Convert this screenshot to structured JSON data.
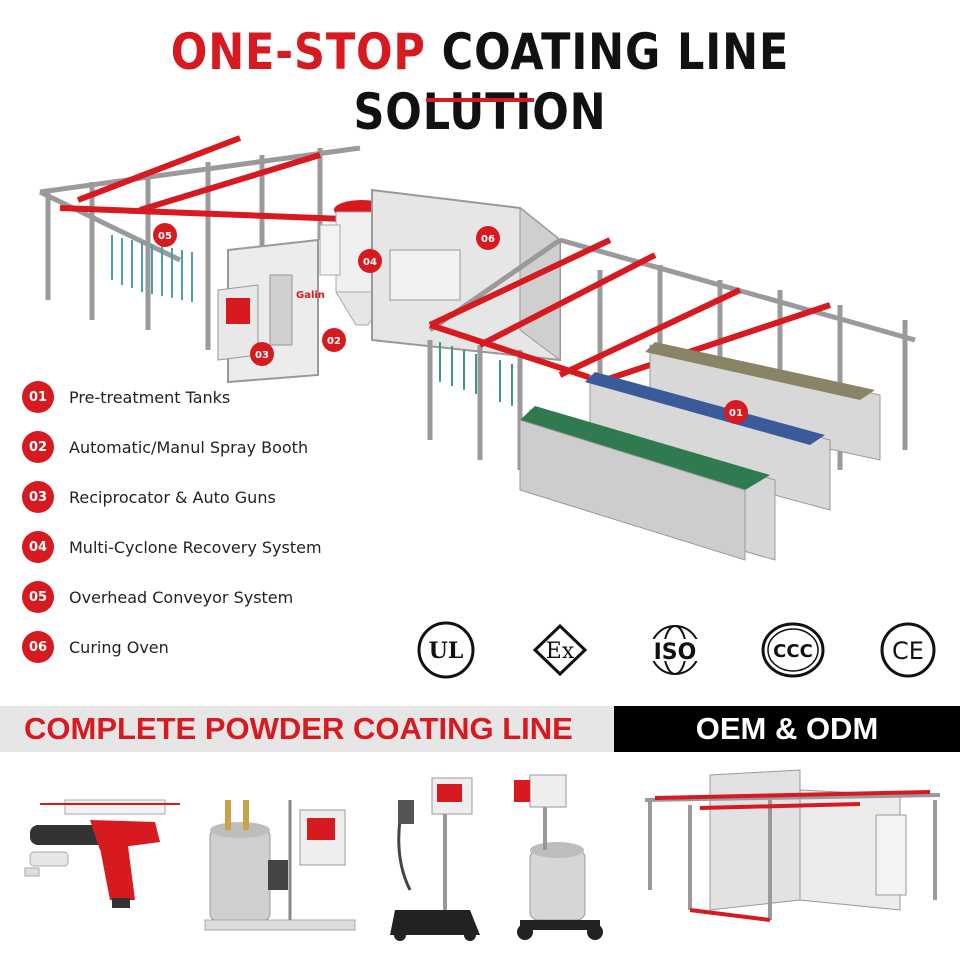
{
  "header": {
    "title_red": "ONE-STOP",
    "title_black": "COATING LINE SOLUTION"
  },
  "scene": {
    "callouts": [
      "05",
      "04",
      "06",
      "03",
      "02",
      "01"
    ],
    "brand_mark": "Galin",
    "colors": {
      "accent": "#d71920",
      "frame": "#9a9a9a",
      "panel": "#dcdcdc",
      "tank_green": "#2f7a4f"
    }
  },
  "legend": {
    "items": [
      {
        "num": "01",
        "label": "Pre-treatment Tanks"
      },
      {
        "num": "02",
        "label": "Automatic/Manul Spray Booth"
      },
      {
        "num": "03",
        "label": "Reciprocator & Auto Guns"
      },
      {
        "num": "04",
        "label": "Multi-Cyclone Recovery System"
      },
      {
        "num": "05",
        "label": "Overhead Conveyor System"
      },
      {
        "num": "06",
        "label": "Curing Oven"
      }
    ]
  },
  "certifications": {
    "ul": "UL",
    "ex": "Ex",
    "iso": "ISO",
    "ccc": "CCC",
    "ce": "CE"
  },
  "banner": {
    "left": "COMPLETE POWDER COATING LINE",
    "right": "OEM & ODM"
  },
  "products": {
    "icons": [
      "manual-spray-gun-icon",
      "powder-hopper-unit-icon",
      "trolley-spray-unit-icon",
      "hopper-trolley-unit-icon",
      "spray-booth-line-icon"
    ]
  }
}
